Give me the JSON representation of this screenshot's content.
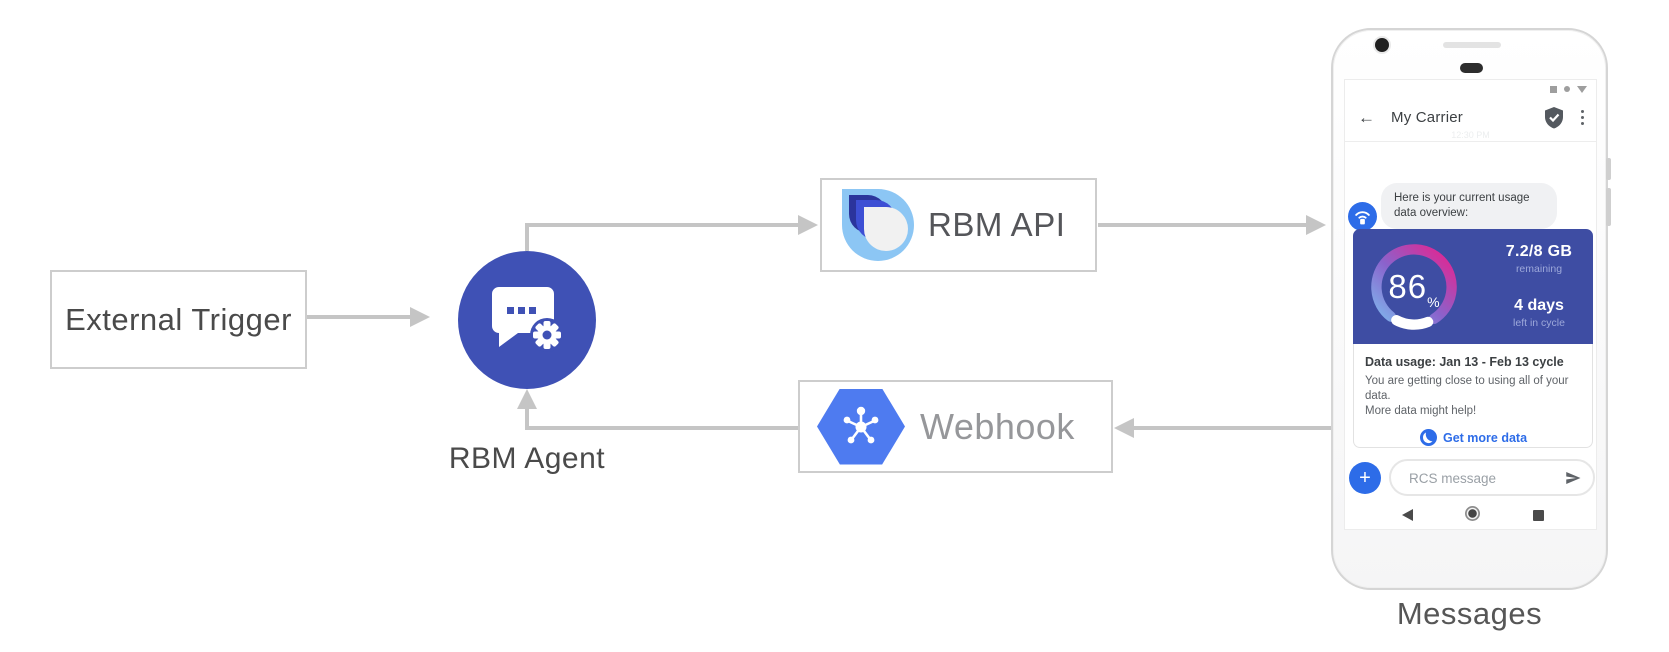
{
  "diagram": {
    "external_trigger_label": "External Trigger",
    "rbm_agent_label": "RBM Agent",
    "rbm_api_label": "RBM API",
    "webhook_label": "Webhook",
    "phone_caption": "Messages"
  },
  "phone": {
    "header": {
      "title": "My Carrier"
    },
    "faint_time": "12:30 PM",
    "chat": {
      "bubble_line1": "Here is your current usage",
      "bubble_line2": "data overview:"
    },
    "usage_gauge": {
      "percent": "86",
      "percent_sign": "%",
      "quota": "7.2/8 GB",
      "quota_sub": "remaining",
      "days": "4 days",
      "days_sub": "left in cycle"
    },
    "usage_card": {
      "title": "Data usage: Jan 13 - Feb 13 cycle",
      "body_line1": "You are getting close to using all of your data.",
      "body_line2": "More data might help!",
      "action_label": "Get more data"
    },
    "composer": {
      "placeholder": "RCS message",
      "plus": "+"
    },
    "back_glyph": "←"
  },
  "icons": {
    "agent": "chat-bubble-gear-icon",
    "rbm_api": "rbm-teardrop-logo",
    "webhook": "gcp-hexagon-hub-icon",
    "verified": "shield-check-icon",
    "menu": "kebab-menu-icon",
    "avatar": "broadcast-antenna-icon",
    "action": "globe-icon",
    "send": "send-plane-icon",
    "nav": [
      "back-triangle",
      "home-circle",
      "recents-square"
    ]
  },
  "colors": {
    "indigo": "#3f51b5",
    "card-indigo": "#3e4da3",
    "action-blue": "#2d6ce8",
    "hex-blue": "#4e7bf0",
    "logo-light": "#8cc6f4",
    "logo-navy": "#2b349c",
    "logo-mid": "#3d4fd4",
    "line-gray": "#c5c5c5",
    "gauge-start": "#7fb4ec",
    "gauge-mid": "#8a63cc",
    "gauge-end": "#e8218d"
  }
}
